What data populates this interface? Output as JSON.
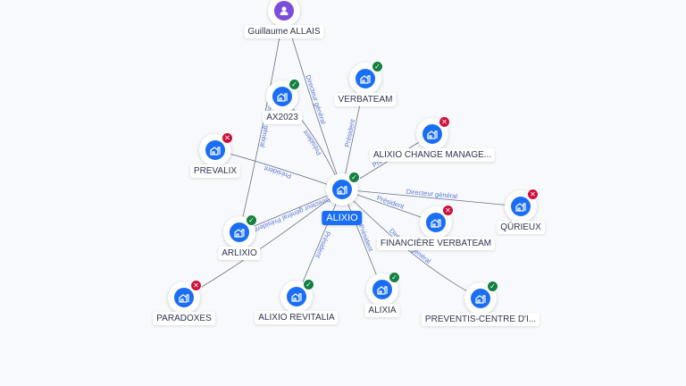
{
  "center": {
    "name": "ALIXIO",
    "status": "active"
  },
  "person": {
    "name": "Guillaume ALLAIS"
  },
  "nodes": [
    {
      "id": "verbateam",
      "name": "VERBATEAM",
      "status": "active"
    },
    {
      "id": "ax2023",
      "name": "AX2023",
      "status": "active"
    },
    {
      "id": "alixio-change",
      "name": "ALIXIO CHANGE MANAGE...",
      "status": "closed"
    },
    {
      "id": "prevalix",
      "name": "PREVALIX",
      "status": "closed"
    },
    {
      "id": "qurieux",
      "name": "QŪRIEUX",
      "status": "closed"
    },
    {
      "id": "financiere-verbateam",
      "name": "FINANCIÈRE VERBATEAM",
      "status": "closed"
    },
    {
      "id": "arlixio",
      "name": "ARLIXIO",
      "status": "active"
    },
    {
      "id": "paradoxes",
      "name": "PARADOXES",
      "status": "closed"
    },
    {
      "id": "alixio-revitalia",
      "name": "ALIXIO REVITALIA",
      "status": "active"
    },
    {
      "id": "alixia",
      "name": "ALIXIA",
      "status": "active"
    },
    {
      "id": "preventis",
      "name": "PREVENTIS-CENTRE D'I...",
      "status": "active"
    }
  ],
  "edges": [
    {
      "from": "person",
      "to": "center",
      "label": "Directeur général"
    },
    {
      "from": "person",
      "to": "arlixio",
      "label": "Directeur général"
    },
    {
      "from": "center",
      "to": "ax2023",
      "label": "Président"
    },
    {
      "from": "center",
      "to": "verbateam",
      "label": "Président"
    },
    {
      "from": "center",
      "to": "alixio-change",
      "label": "Président"
    },
    {
      "from": "center",
      "to": "prevalix",
      "label": "Président"
    },
    {
      "from": "center",
      "to": "qurieux",
      "label": "Directeur général"
    },
    {
      "from": "center",
      "to": "financiere-verbateam",
      "label": "Président"
    },
    {
      "from": "center",
      "to": "preventis",
      "label": "Directeur général"
    },
    {
      "from": "center",
      "to": "arlixio",
      "label": "Directeur général Président"
    },
    {
      "from": "center",
      "to": "paradoxes",
      "label": ""
    },
    {
      "from": "center",
      "to": "alixio-revitalia",
      "label": "Président"
    },
    {
      "from": "center",
      "to": "alixia",
      "label": "Président"
    }
  ],
  "colors": {
    "accent": "#1a6ef5",
    "person": "#7c4ddb",
    "active": "#13803f",
    "closed": "#d0103a",
    "edge_label": "#5a78d6"
  }
}
